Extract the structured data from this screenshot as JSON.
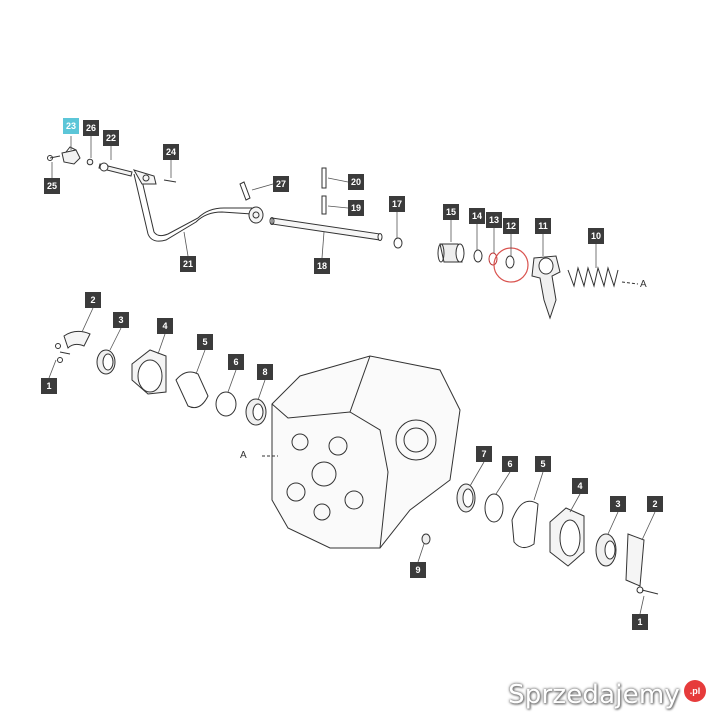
{
  "callouts": [
    {
      "id": "c23",
      "label": "23",
      "active": true
    },
    {
      "id": "c26",
      "label": "26"
    },
    {
      "id": "c22",
      "label": "22"
    },
    {
      "id": "c24",
      "label": "24"
    },
    {
      "id": "c25",
      "label": "25"
    },
    {
      "id": "c27",
      "label": "27"
    },
    {
      "id": "c20",
      "label": "20"
    },
    {
      "id": "c19",
      "label": "19"
    },
    {
      "id": "c17",
      "label": "17"
    },
    {
      "id": "c15",
      "label": "15"
    },
    {
      "id": "c14",
      "label": "14"
    },
    {
      "id": "c13",
      "label": "13"
    },
    {
      "id": "c12",
      "label": "12"
    },
    {
      "id": "c11",
      "label": "11"
    },
    {
      "id": "c10",
      "label": "10"
    },
    {
      "id": "c21",
      "label": "21"
    },
    {
      "id": "c18",
      "label": "18"
    },
    {
      "id": "c2a",
      "label": "2"
    },
    {
      "id": "c3a",
      "label": "3"
    },
    {
      "id": "c4a",
      "label": "4"
    },
    {
      "id": "c5a",
      "label": "5"
    },
    {
      "id": "c6a",
      "label": "6"
    },
    {
      "id": "c8",
      "label": "8"
    },
    {
      "id": "c1a",
      "label": "1"
    },
    {
      "id": "c7",
      "label": "7"
    },
    {
      "id": "c6b",
      "label": "6"
    },
    {
      "id": "c5b",
      "label": "5"
    },
    {
      "id": "c4b",
      "label": "4"
    },
    {
      "id": "c3b",
      "label": "3"
    },
    {
      "id": "c2b",
      "label": "2"
    },
    {
      "id": "c9",
      "label": "9"
    },
    {
      "id": "c1b",
      "label": "1"
    }
  ],
  "reference_letters": {
    "right": "A",
    "left": "A"
  },
  "watermark": {
    "text": "Sprzedajemy",
    "badge": ".pl"
  },
  "colors": {
    "callout": "#3b3b3b",
    "callout_active": "#5cc6d8",
    "highlight_circle": "#d9534f",
    "line": "#333333"
  }
}
